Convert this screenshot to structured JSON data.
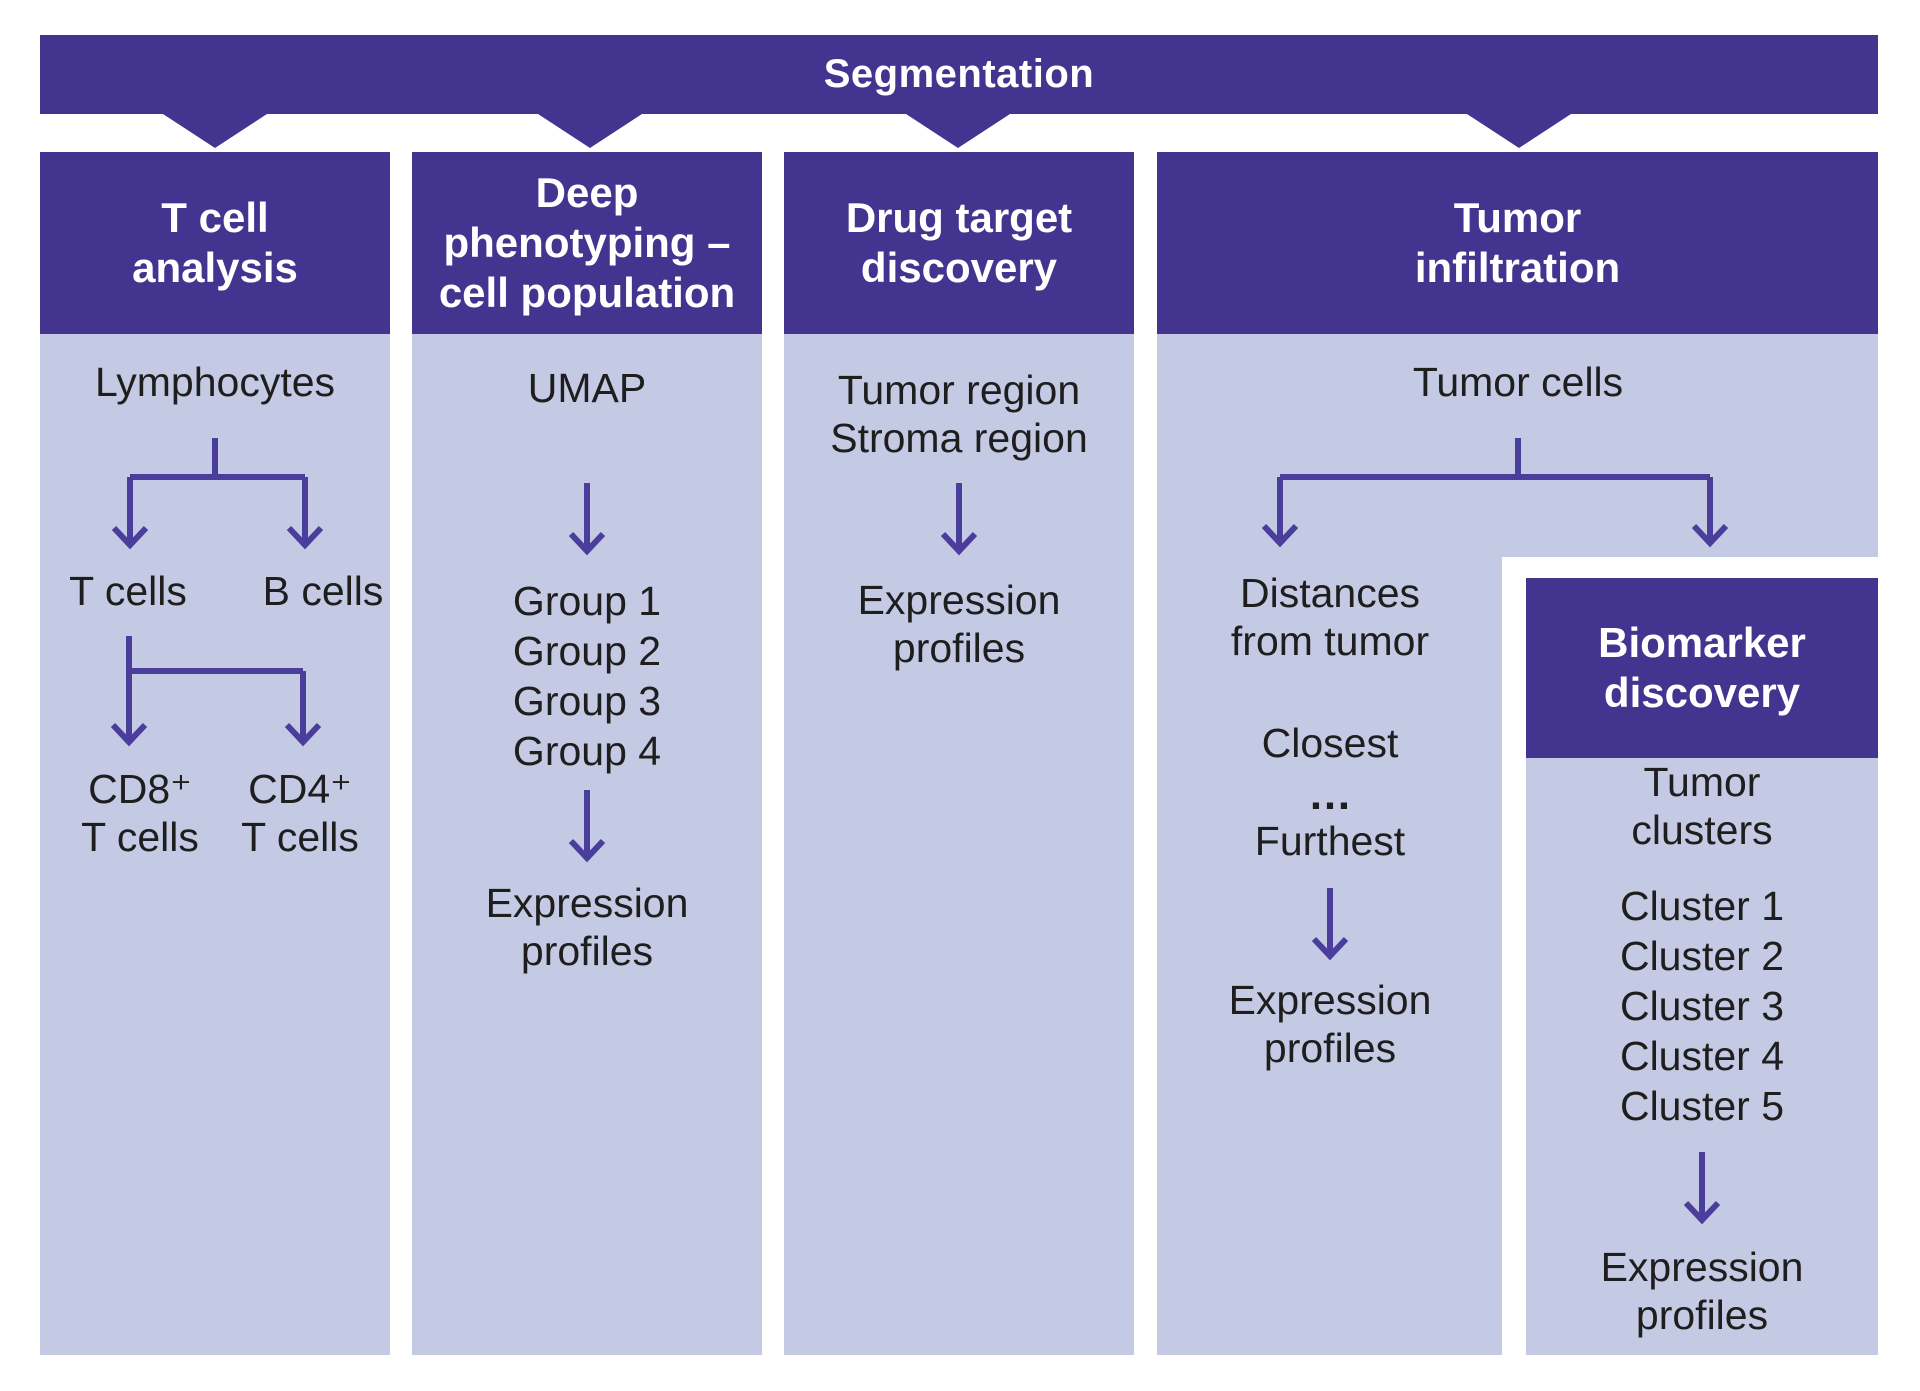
{
  "banner": {
    "label": "Segmentation"
  },
  "colors": {
    "dark_purple": "#43358F",
    "light_lavender": "#C5CAE4",
    "connector_purple": "#4A3D9B",
    "body_text": "#1E1E1E",
    "header_text": "#FFFFFF"
  },
  "columns": {
    "t_cell_analysis": {
      "header": "T cell\nanalysis",
      "root": "Lymphocytes",
      "t_cells": "T cells",
      "b_cells": "B cells",
      "cd8_t_cells": "CD8⁺\nT cells",
      "cd4_t_cells": "CD4⁺\nT cells"
    },
    "deep_phenotyping": {
      "header": "Deep\nphenotyping –\ncell population",
      "root": "UMAP",
      "groups": [
        "Group 1",
        "Group 2",
        "Group 3",
        "Group 4"
      ],
      "result": "Expression\nprofiles"
    },
    "drug_target_discovery": {
      "header": "Drug target\ndiscovery",
      "regions": "Tumor region\nStroma region",
      "result": "Expression\nprofiles"
    },
    "tumor_infiltration": {
      "header": "Tumor\ninfiltration",
      "root": "Tumor cells",
      "distances": "Distances\nfrom tumor",
      "closest": "Closest",
      "ellipsis": "…",
      "furthest": "Furthest",
      "result": "Expression\nprofiles"
    },
    "biomarker_discovery": {
      "header": "Biomarker\ndiscovery",
      "root": "Tumor clusters",
      "clusters": [
        "Cluster 1",
        "Cluster 2",
        "Cluster 3",
        "Cluster 4",
        "Cluster 5"
      ],
      "result": "Expression\nprofiles"
    }
  }
}
